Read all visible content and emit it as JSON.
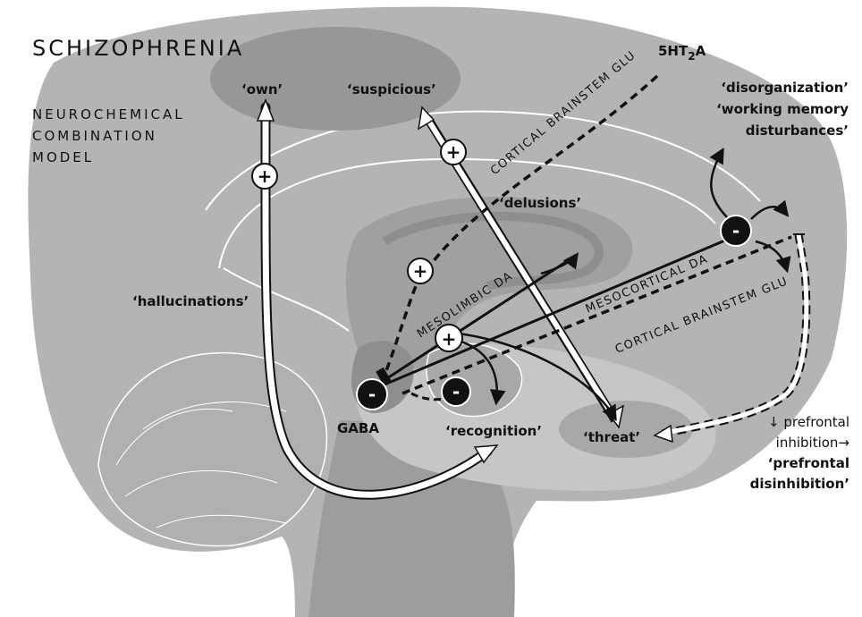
{
  "title": "SCHIZOPHRENIA",
  "subtitle": [
    "NEUROCHEMICAL",
    "COMBINATION",
    "MODEL"
  ],
  "receptor": {
    "prefix": "5HT",
    "sub": "2",
    "suffix": "A"
  },
  "symptoms": {
    "own": "‘own’",
    "suspicious": "‘suspicious’",
    "delusions": "‘delusions’",
    "hallucinations": "‘hallucinations’",
    "recognition": "‘recognition’",
    "threat": "‘threat’",
    "disorganization": "‘disorganization’",
    "working_memory": [
      "‘working memory",
      "disturbances’"
    ],
    "prefrontal": [
      "‘prefrontal",
      "disinhibition’"
    ]
  },
  "inhibition_note": [
    "↓ prefrontal",
    "inhibition→"
  ],
  "gaba": "GABA",
  "pathways": {
    "cortical_brainstem_glu": "CORTICAL BRAINSTEM GLU",
    "mesolimbic_da": "MESOLIMBIC DA",
    "mesocortical_da": "MESOCORTICAL DA"
  },
  "signs": {
    "plus": "+",
    "minus": "-"
  },
  "colors": {
    "brain": "#b4b4b4",
    "cortex_region": "#979797",
    "limbic": "#a3a3a3",
    "accent_light": "#d3d3d3",
    "line": "#111111"
  }
}
